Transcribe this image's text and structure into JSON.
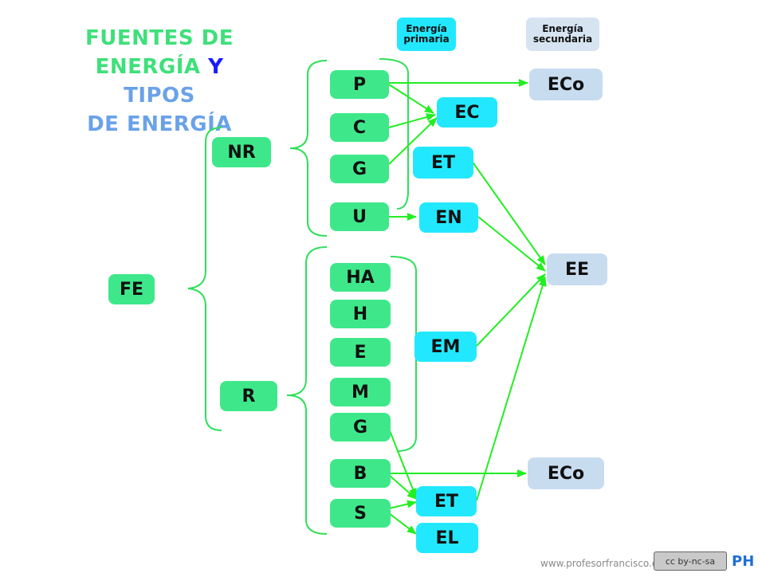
{
  "title": {
    "line1": "FUENTES DE",
    "line2_a": "ENERGÍA",
    "line2_b": "Y",
    "line2_c": "TIPOS",
    "line3": "DE ENERGÍA"
  },
  "headers": {
    "primary_l1": "Energía",
    "primary_l2": "primaria",
    "secondary_l1": "Energía",
    "secondary_l2": "secundaria"
  },
  "nodes": {
    "fe": "FE",
    "nr": "NR",
    "r": "R",
    "p": "P",
    "c": "C",
    "g1": "G",
    "u": "U",
    "ha": "HA",
    "h": "H",
    "e": "E",
    "m": "M",
    "g2": "G",
    "b": "B",
    "s": "S",
    "ec": "EC",
    "et1": "ET",
    "en": "EN",
    "em": "EM",
    "et2": "ET",
    "el": "EL",
    "eco1": "ECo",
    "ee": "EE",
    "eco2": "ECo"
  },
  "footer": {
    "url": "www.profesorfrancisco.es",
    "license_badge": "cc by-nc-sa",
    "logo": "PH"
  },
  "colors": {
    "source_green": "#3ee88a",
    "primary_cyan": "#22e8ff",
    "secondary_blue": "#c8dcf0",
    "arrow_green": "#22ee22"
  }
}
